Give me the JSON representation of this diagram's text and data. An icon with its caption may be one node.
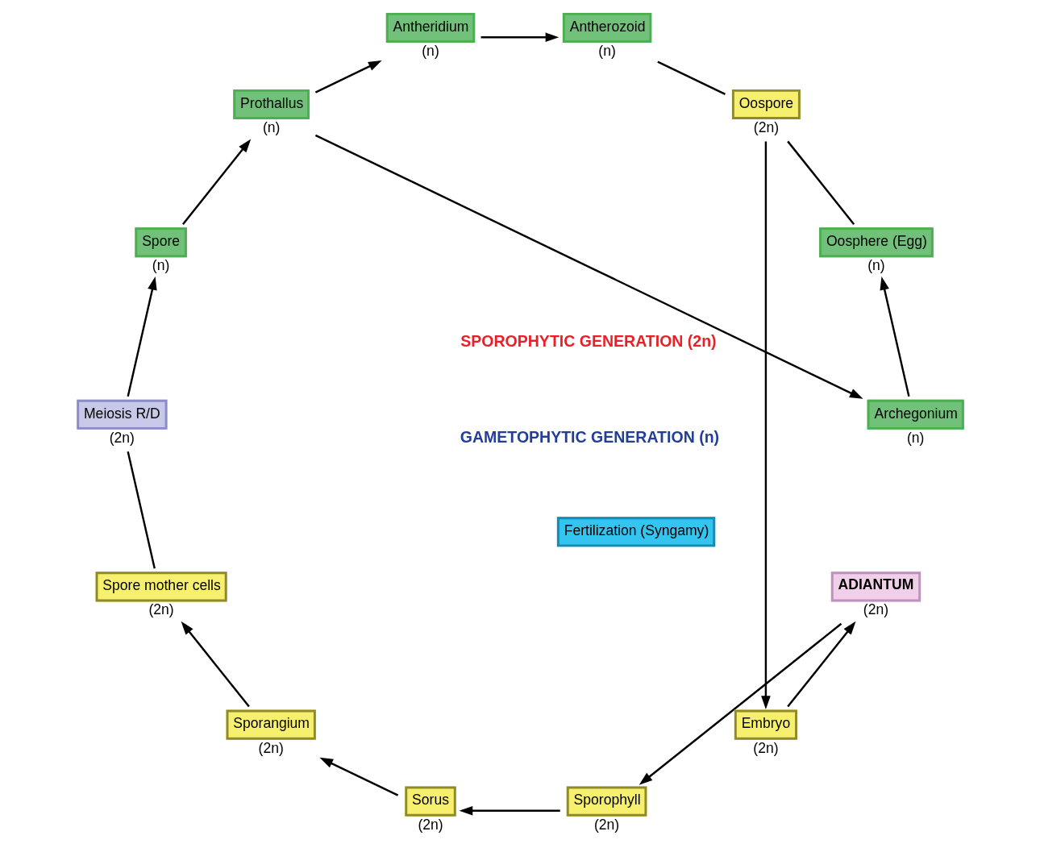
{
  "diagram": {
    "nodes": [
      {
        "text": [
          "ADIANTUM"
        ],
        "beside": [
          "(2n)"
        ]
      },
      {
        "text": [
          "Sporophyll"
        ],
        "beside": [
          "(2n)"
        ]
      },
      {
        "text": [
          "Sorus"
        ],
        "beside": [
          "(2n)"
        ]
      },
      {
        "text": [
          "Sporangium"
        ],
        "beside": [
          "(2n)"
        ]
      },
      {
        "text": [
          "Spore mother cells"
        ],
        "beside": [
          "(2n)"
        ]
      },
      {
        "text": [
          "Meiosis R/D"
        ],
        "beside": [
          "(2n)"
        ]
      },
      {
        "text": [
          "Spore"
        ],
        "beside": [
          "(n)"
        ]
      },
      {
        "text": [
          "Prothallus"
        ],
        "beside": [
          "(n)"
        ]
      },
      {
        "text": [
          "Antheridium"
        ],
        "beside": [
          "(n)"
        ]
      },
      {
        "text": [
          "Archegonium"
        ],
        "beside": [
          "(n)"
        ]
      },
      {
        "text": [
          "Antherozoid"
        ],
        "beside": [
          "(n)"
        ]
      },
      {
        "text": [
          "Oosphere (Egg)"
        ],
        "beside": [
          "(n)"
        ]
      },
      {
        "text": [
          "Oospore"
        ],
        "beside": [
          "(2n)"
        ]
      },
      {
        "text": [
          "Embryo"
        ],
        "beside": [
          "(2n)"
        ]
      },
      {
        "text": [
          "Fertilization (Syngamy)"
        ]
      }
    ],
    "edges": [
      {
        "from": 0,
        "to": 1,
        "arrow": "to"
      },
      {
        "from": 1,
        "to": 2,
        "arrow": "to"
      },
      {
        "from": 2,
        "to": 3,
        "arrow": "to"
      },
      {
        "from": 3,
        "to": 4,
        "arrow": "to"
      },
      {
        "from": 4,
        "to": 5,
        "arrow": "none"
      },
      {
        "from": 5,
        "to": 6,
        "arrow": "to"
      },
      {
        "from": 6,
        "to": 7,
        "arrow": "to"
      },
      {
        "from": 7,
        "to": 8,
        "arrow": "to"
      },
      {
        "from": 7,
        "to": 9,
        "arrow": "to"
      },
      {
        "from": 9,
        "to": 11,
        "arrow": "to"
      },
      {
        "from": 8,
        "to": 10,
        "arrow": "to"
      },
      {
        "from": 10,
        "to": 12,
        "arrow": "none"
      },
      {
        "from": 11,
        "to": 12,
        "arrow": "none"
      },
      {
        "from": 12,
        "to": 13,
        "arrow": "to"
      },
      {
        "from": 13,
        "to": 0,
        "arrow": "to"
      }
    ],
    "labels": [
      "SPOROPHYTIC GENERATION (2n)",
      "GAMETOPHYTIC GENERATION (n)"
    ]
  }
}
